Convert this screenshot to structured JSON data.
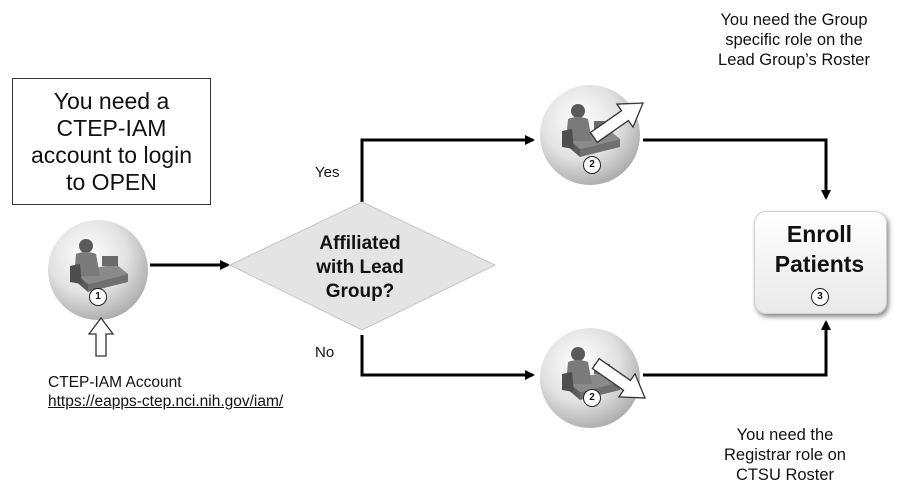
{
  "login_box": {
    "line1": "You need a",
    "line2": "CTEP-IAM",
    "line3": "account to login",
    "line4": "to OPEN"
  },
  "top_note": {
    "line1": "You need the Group",
    "line2": "specific role on the",
    "line3": "Lead Group’s Roster"
  },
  "bottom_note": {
    "line1": "You need the",
    "line2": "Registrar role on",
    "line3": "CTSU Roster"
  },
  "decision": {
    "line1": "Affiliated",
    "line2": "with Lead",
    "line3": "Group?"
  },
  "branch_labels": {
    "yes": "Yes",
    "no": "No"
  },
  "account": {
    "label": "CTEP-IAM Account",
    "url": "https://eapps-ctep.nci.nih.gov/iam/"
  },
  "enroll": {
    "line1": "Enroll",
    "line2": "Patients"
  },
  "step_badges": {
    "start": "1",
    "top": "2",
    "bottom": "2",
    "enroll": "3"
  },
  "icons": {
    "person": "person-at-desk-icon",
    "hollow_arrow": "hollow-arrow-icon"
  },
  "colors": {
    "diamond_fill": "#e4e4e4",
    "connector": "#000000",
    "icon_sphere": "#d9d9d9"
  }
}
